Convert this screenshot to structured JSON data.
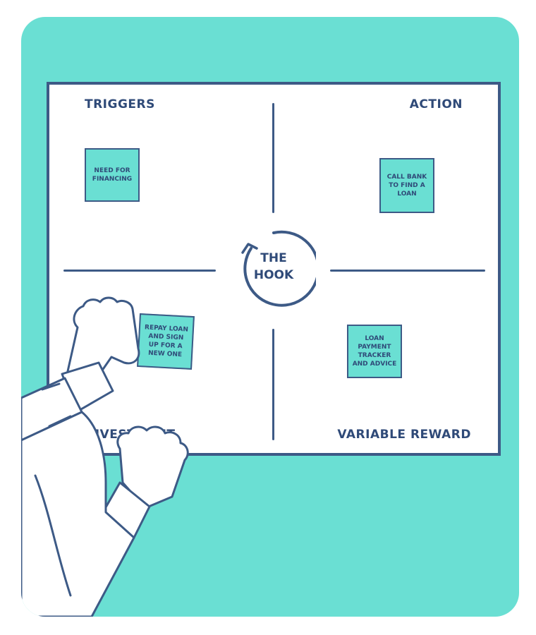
{
  "quadrants": {
    "triggers": "TRIGGERS",
    "action": "ACTION",
    "investment": "INVESTMENT",
    "variable_reward": "VARIABLE REWARD"
  },
  "center": {
    "line1": "THE",
    "line2": "HOOK"
  },
  "notes": {
    "trigger": "NEED FOR FINANCING",
    "action": "CALL BANK TO FIND A LOAN",
    "investment": "REPAY LOAN AND SIGN UP FOR A NEW ONE",
    "reward": "LOAN PAYMENT TRACKER AND ADVICE"
  },
  "colors": {
    "teal": "#6adfd3",
    "navy": "#3d5a86",
    "ink": "#2f4a78"
  }
}
